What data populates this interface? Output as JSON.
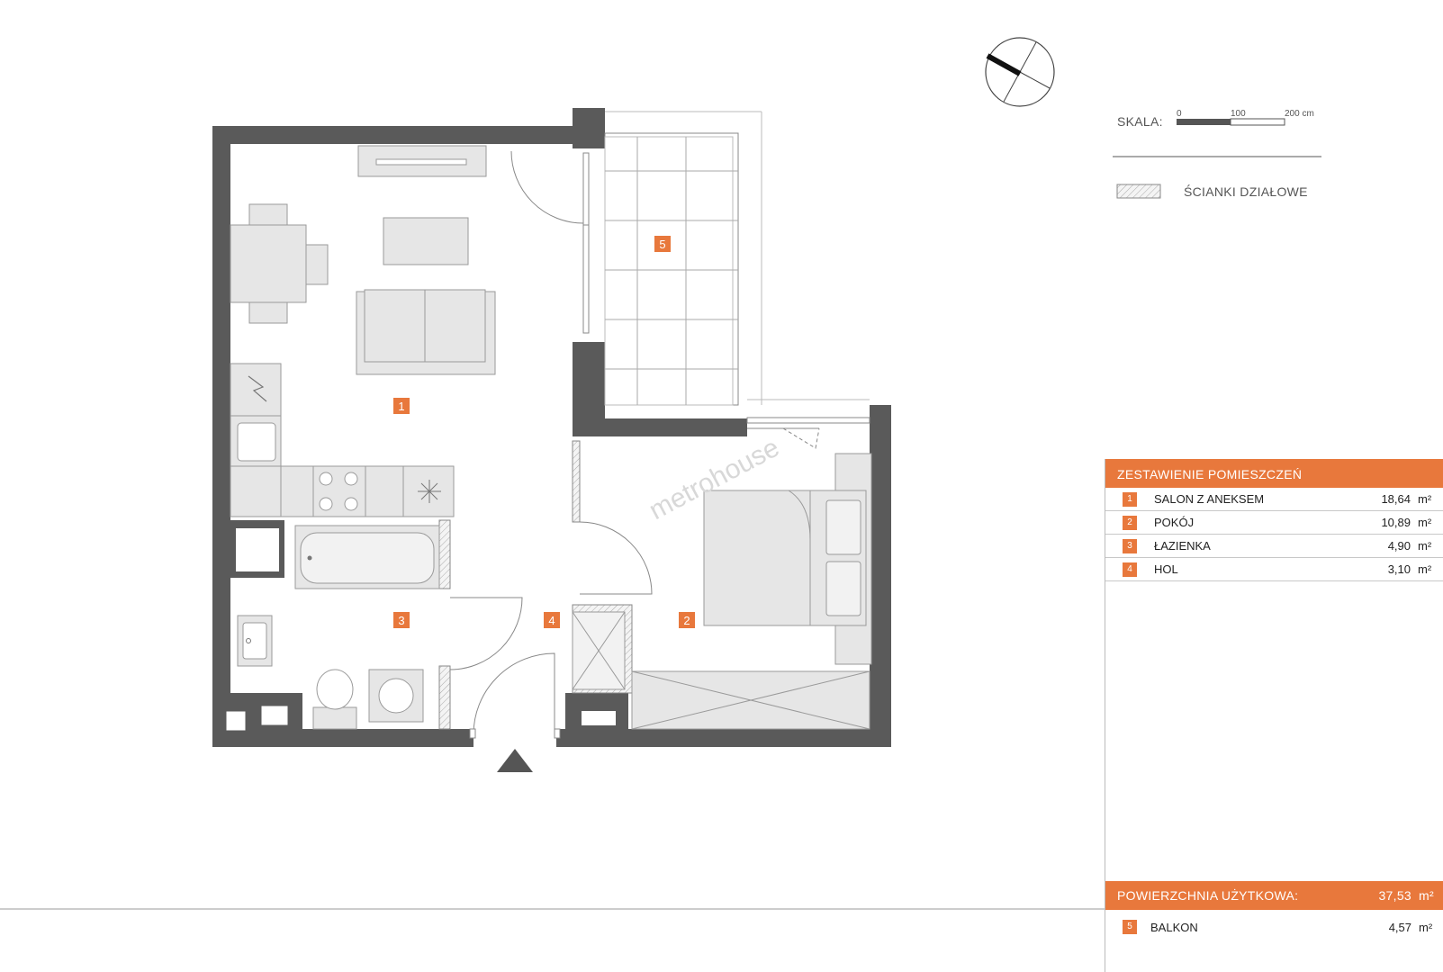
{
  "legend": {
    "scale_label": "SKALA:",
    "scale_ticks": [
      "0",
      "100",
      "200 cm"
    ],
    "partition_label": "ŚCIANKI DZIAŁOWE"
  },
  "watermark": "metrohouse",
  "rooms_table": {
    "title": "ZESTAWIENIE POMIESZCZEŃ",
    "rows": [
      {
        "num": "1",
        "name": "SALON Z ANEKSEM",
        "area": "18,64",
        "unit": "m²"
      },
      {
        "num": "2",
        "name": "POKÓJ",
        "area": "10,89",
        "unit": "m²"
      },
      {
        "num": "3",
        "name": "ŁAZIENKA",
        "area": "4,90",
        "unit": "m²"
      },
      {
        "num": "4",
        "name": "HOL",
        "area": "3,10",
        "unit": "m²"
      }
    ],
    "total_label": "POWIERZCHNIA UŻYTKOWA:",
    "total_area": "37,53",
    "total_unit": "m²",
    "balcony": {
      "num": "5",
      "name": "BALKON",
      "area": "4,57",
      "unit": "m²"
    }
  },
  "plan_labels": {
    "room1": "1",
    "room2": "2",
    "room3": "3",
    "room4": "4",
    "room5": "5"
  },
  "colors": {
    "accent": "#e8783c",
    "wall": "#5a5a5a",
    "furniture": "#e6e6e6",
    "furniture_stroke": "#9a9a9a"
  },
  "icons": [
    "compass-icon",
    "entrance-arrow-icon"
  ]
}
